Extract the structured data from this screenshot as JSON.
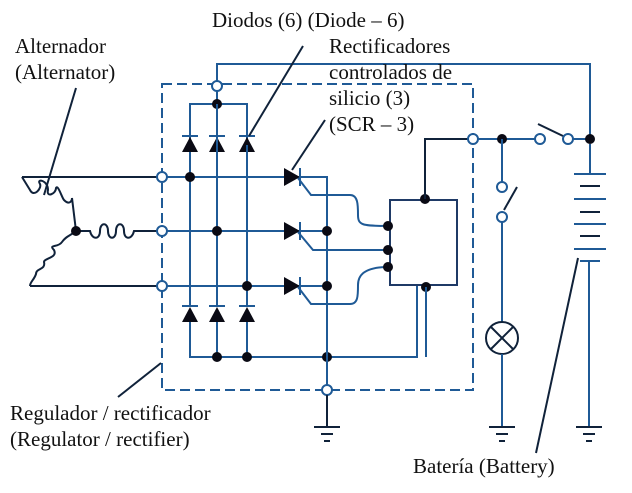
{
  "diagram": {
    "title": "Alternator regulator / rectifier circuit",
    "labels": {
      "alternator": [
        "Alternador",
        "(Alternator)"
      ],
      "diodes": "Diodos (6) (Diode – 6)",
      "scr": [
        "Rectificadores",
        "controlados de",
        "silicio (3)",
        "(SCR – 3)"
      ],
      "regulator": [
        "Regulador / rectificador",
        "(Regulator / rectifier)"
      ],
      "battery": "Batería (Battery)"
    },
    "components": {
      "diode_count": 6,
      "scr_count": 3,
      "alternator_phases": 3,
      "lamp": "indicator lamp",
      "switches": 2,
      "grounds": 3
    }
  }
}
